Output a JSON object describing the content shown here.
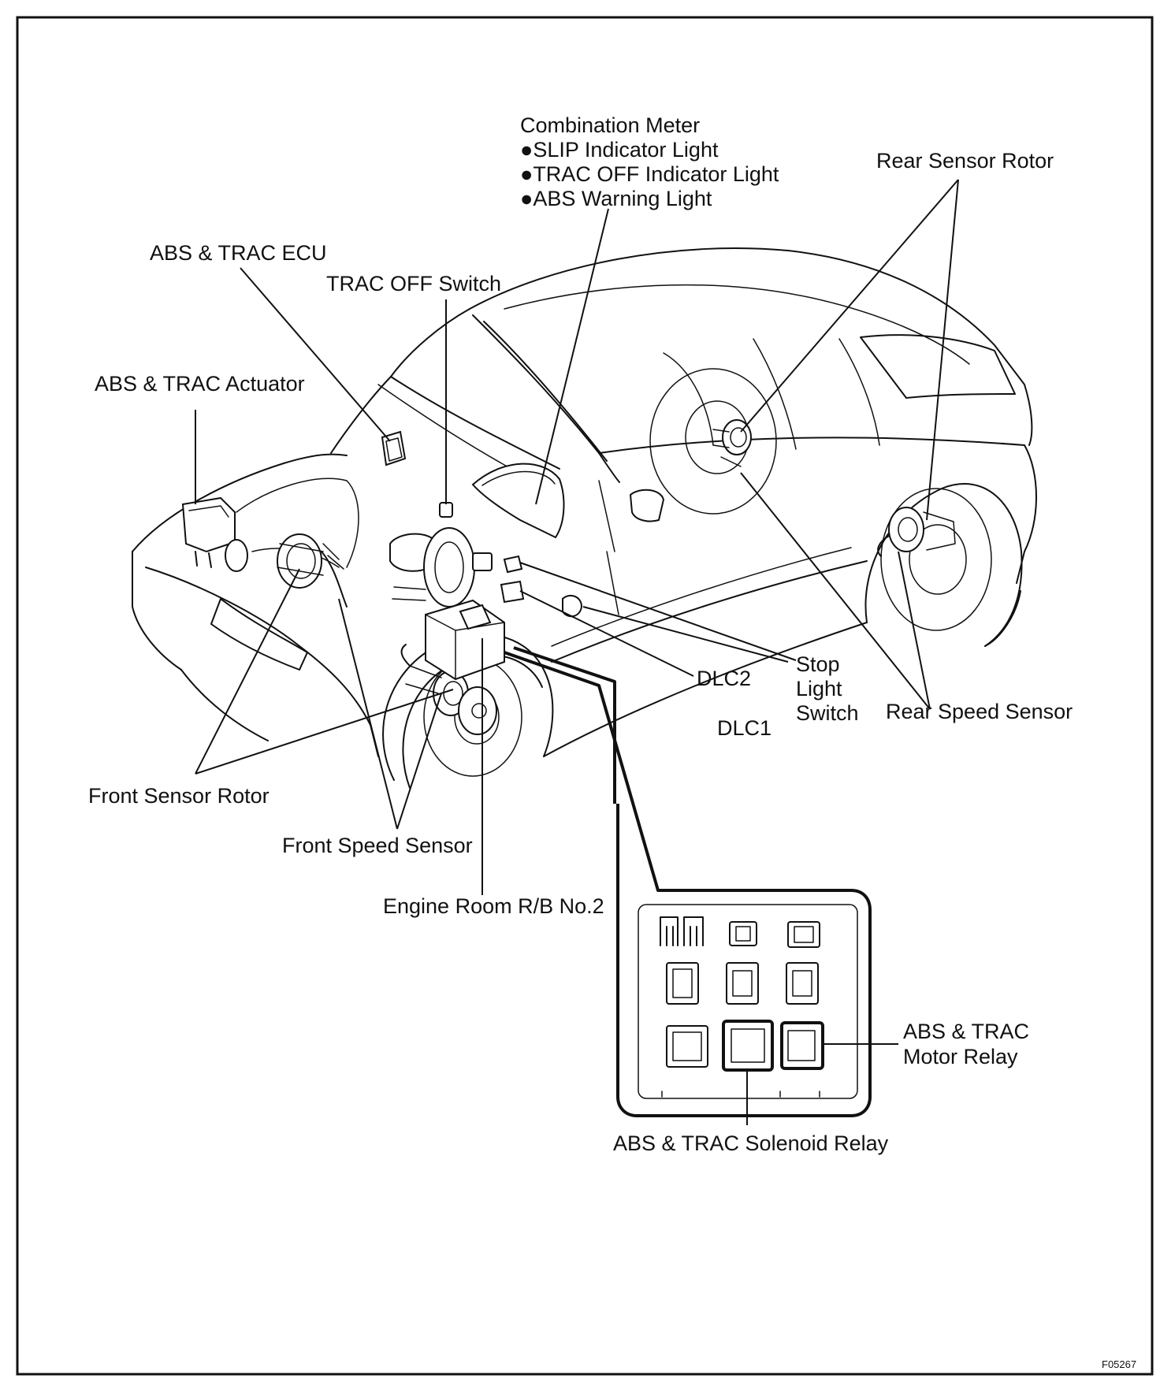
{
  "labels": {
    "combination_meter": "Combination Meter",
    "slip_indicator": "SLIP Indicator Light",
    "trac_off_indicator": "TRAC OFF Indicator Light",
    "abs_warning": "ABS Warning Light",
    "rear_sensor_rotor": "Rear Sensor Rotor",
    "abs_trac_ecu": "ABS & TRAC ECU",
    "trac_off_switch": "TRAC OFF Switch",
    "abs_trac_actuator": "ABS & TRAC Actuator",
    "stop": "Stop",
    "light": "Light",
    "switch": "Switch",
    "dlc2": "DLC2",
    "dlc1": "DLC1",
    "rear_speed_sensor": "Rear Speed Sensor",
    "front_sensor_rotor": "Front Sensor Rotor",
    "front_speed_sensor": "Front Speed Sensor",
    "engine_room_rb": "Engine Room R/B No.2",
    "motor_relay_1": "ABS & TRAC",
    "motor_relay_2": "Motor Relay",
    "solenoid_relay": "ABS & TRAC Solenoid Relay",
    "figure_code": "F05267"
  }
}
